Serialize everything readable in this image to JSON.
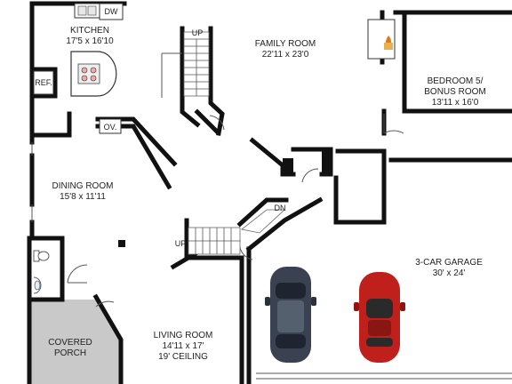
{
  "rooms": {
    "kitchen": {
      "name": "KITCHEN",
      "dims": "17'5 x 16'10"
    },
    "family_room": {
      "name": "FAMILY ROOM",
      "dims": "22'11 x 23'0"
    },
    "bedroom": {
      "name_line1": "BEDROOM 5/",
      "name_line2": "BONUS ROOM",
      "dims": "13'11 x 16'0"
    },
    "dining_room": {
      "name": "DINING ROOM",
      "dims": "15'8 x 11'11"
    },
    "garage": {
      "name": "3-CAR GARAGE",
      "dims": "30' x 24'"
    },
    "living_room": {
      "name": "LIVING ROOM",
      "dims": "14'11 x 17'",
      "ceiling": "19' CEILING"
    },
    "porch": {
      "name_line1": "COVERED",
      "name_line2": "PORCH"
    }
  },
  "fixtures": {
    "dishwasher": "DW",
    "refrigerator": "REF.",
    "oven": "OV."
  },
  "stairs": {
    "up_top": "UP",
    "up_bottom": "UP",
    "down": "DN"
  },
  "colors": {
    "wall": "#111111",
    "porch_fill": "#c9c9c9",
    "car_dark": "#3a4150",
    "car_red": "#c0201c",
    "fire": "#e0781a"
  }
}
